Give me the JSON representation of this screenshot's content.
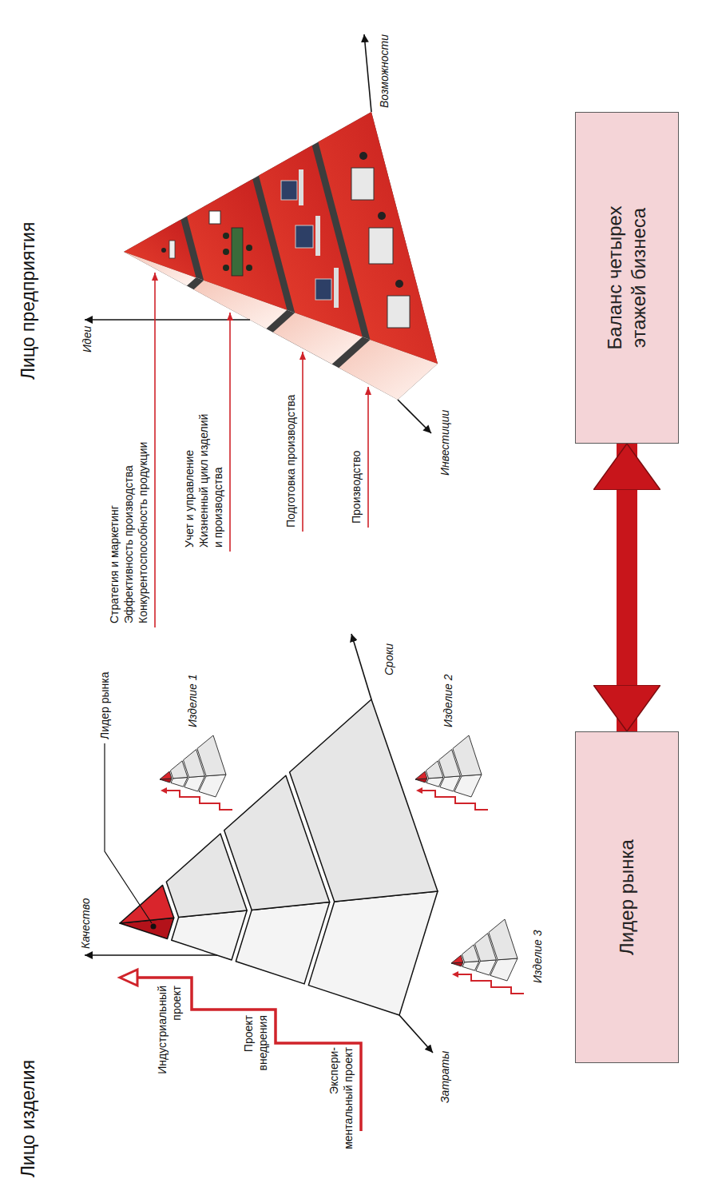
{
  "diagram": {
    "nodes": [
      {
        "text": [
          "Лидер рынка"
        ]
      },
      {
        "text": [
          "Баланс четырех этажей бизнеса"
        ]
      }
    ],
    "edges": [
      {
        "from": 0,
        "to": 1,
        "arrow": "both"
      }
    ],
    "labels": [
      "Лицо изделия",
      "Качество",
      "Лидер рынка",
      "Индустриальный проект",
      "Проект внедрения",
      "Экспери- ментальный проект",
      "Затраты",
      "Сроки",
      "Изделие 1",
      "Изделие 2",
      "Изделие 3",
      "Лицо предприятия",
      "Идеи",
      "Стратегия и маркетинг",
      "Эффективность производства",
      "Конкурентоспособность продукции",
      "Учет и управление",
      "Жизненный цикл изделий и производства",
      "Подготовка производства",
      "Производство",
      "Инвестиции",
      "Возможности"
    ]
  }
}
